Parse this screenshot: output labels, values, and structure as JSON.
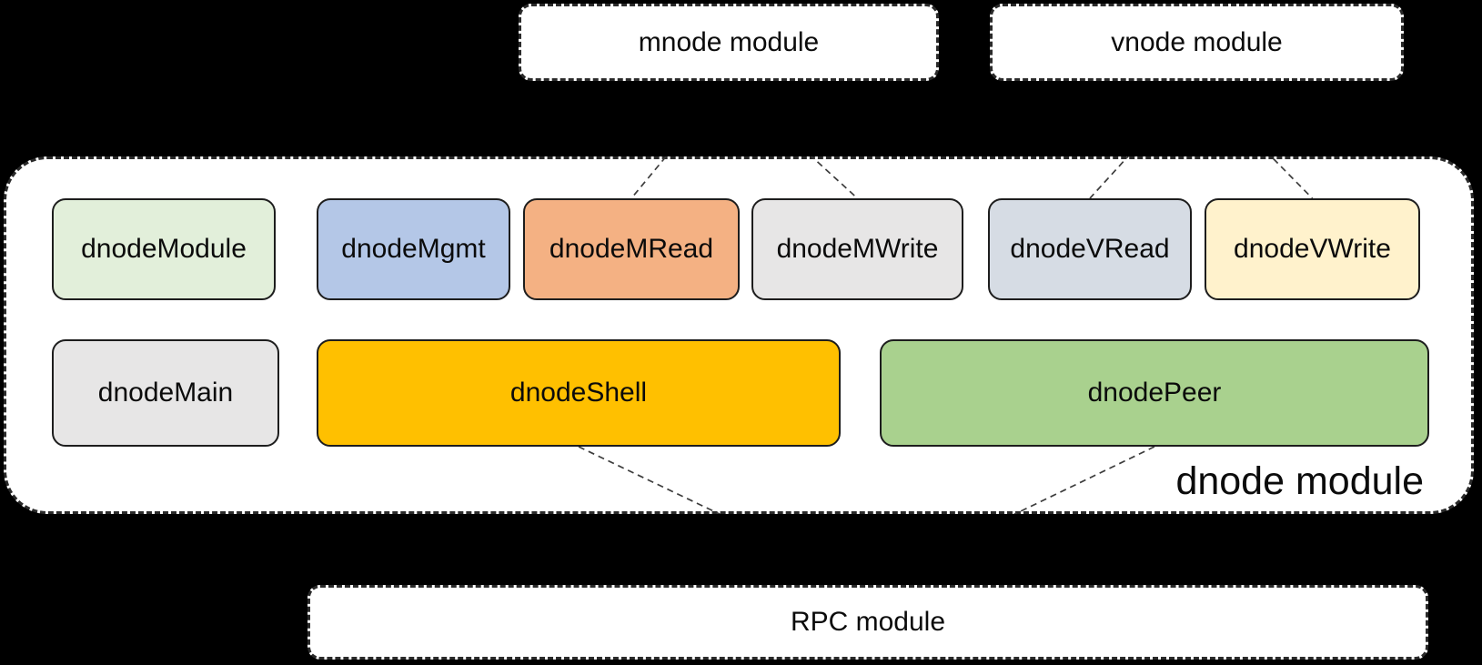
{
  "background_color": "#000000",
  "line_color": "#3d3d3d",
  "top_modules": [
    {
      "id": "mnode",
      "label": "mnode module"
    },
    {
      "id": "vnode",
      "label": "vnode module"
    }
  ],
  "dnode_container": {
    "label": "dnode module",
    "row1": [
      {
        "id": "dnodeModule",
        "label": "dnodeModule",
        "color": "#e2efda"
      },
      {
        "id": "dnodeMgmt",
        "label": "dnodeMgmt",
        "color": "#b4c7e7"
      },
      {
        "id": "dnodeMRead",
        "label": "dnodeMRead",
        "color": "#f4b183"
      },
      {
        "id": "dnodeMWrite",
        "label": "dnodeMWrite",
        "color": "#e7e6e6"
      },
      {
        "id": "dnodeVRead",
        "label": "dnodeVRead",
        "color": "#d6dce4"
      },
      {
        "id": "dnodeVWrite",
        "label": "dnodeVWrite",
        "color": "#fff2cc"
      }
    ],
    "row2": [
      {
        "id": "dnodeMain",
        "label": "dnodeMain",
        "color": "#e7e6e6"
      },
      {
        "id": "dnodeShell",
        "label": "dnodeShell",
        "color": "#ffc000"
      },
      {
        "id": "dnodePeer",
        "label": "dnodePeer",
        "color": "#a9d18e"
      }
    ]
  },
  "bottom_module": {
    "id": "rpc",
    "label": "RPC module"
  },
  "connections": [
    {
      "from": "mnode",
      "to": "dnodeMRead"
    },
    {
      "from": "mnode",
      "to": "dnodeMWrite"
    },
    {
      "from": "vnode",
      "to": "dnodeVRead"
    },
    {
      "from": "vnode",
      "to": "dnodeVWrite"
    },
    {
      "from": "dnodeShell",
      "to": "rpc"
    },
    {
      "from": "dnodePeer",
      "to": "rpc"
    }
  ]
}
